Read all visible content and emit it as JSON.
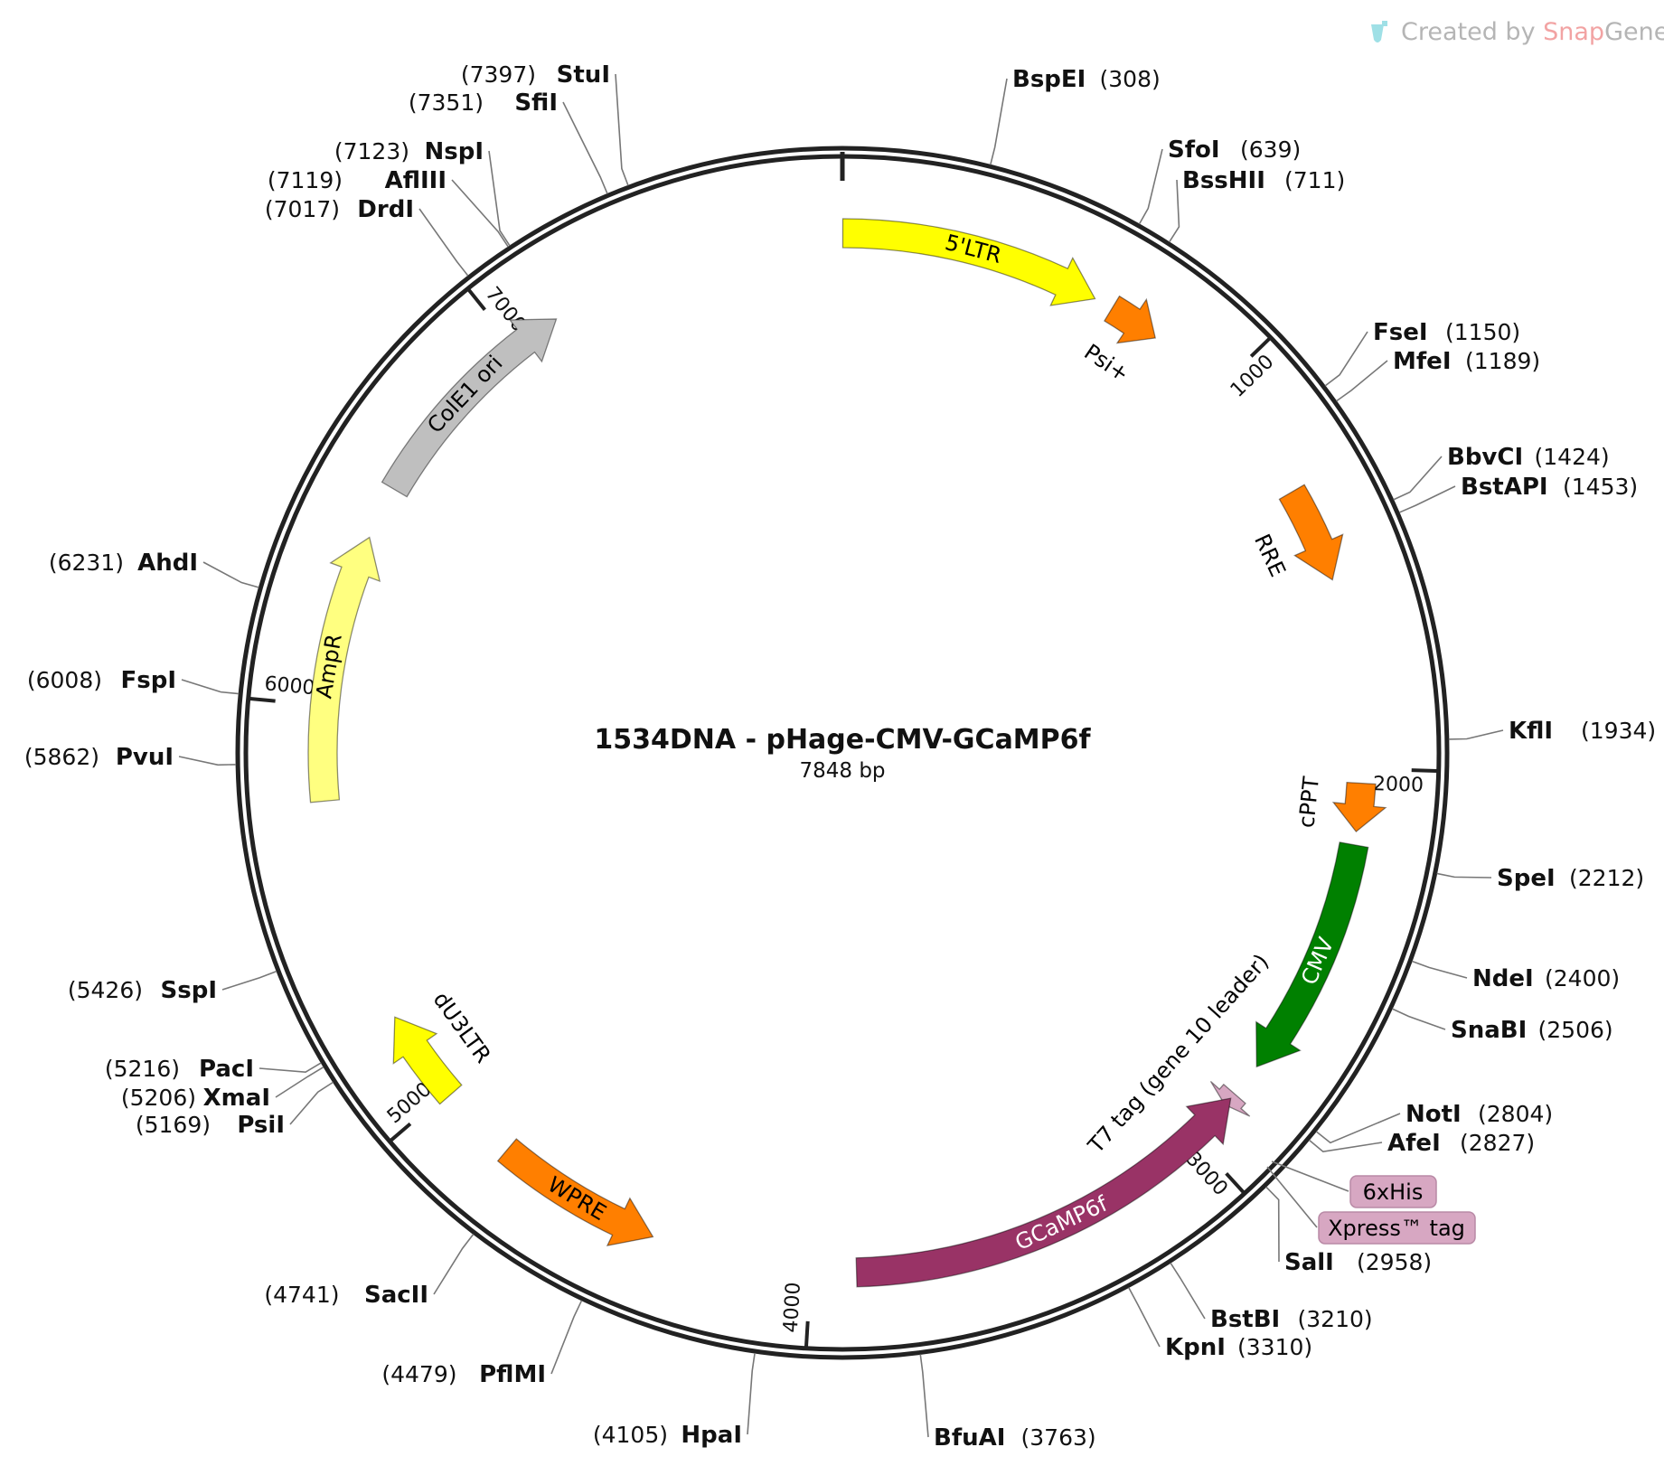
{
  "title": "1534DNA - pHage-CMV-GCaMP6f",
  "length_label": "7848 bp",
  "total_bp": 7848,
  "watermark": {
    "prefix": "Created by ",
    "brand_a": "Snap",
    "brand_b": "Gene"
  },
  "colors": {
    "backbone": "#222222",
    "yellow": "#ffff00",
    "orange": "#ff7f00",
    "green": "#008000",
    "purple": "#993366",
    "pink": "#d7a7c2",
    "gray": "#bfbfbf",
    "lightyellow": "#ffff80"
  },
  "ticks": [
    {
      "bp": 1000,
      "label": "1000"
    },
    {
      "bp": 2000,
      "label": "2000"
    },
    {
      "bp": 3000,
      "label": "3000"
    },
    {
      "bp": 4000,
      "label": "4000"
    },
    {
      "bp": 5000,
      "label": "5000"
    },
    {
      "bp": 6000,
      "label": "6000"
    },
    {
      "bp": 7000,
      "label": "7000"
    }
  ],
  "features": [
    {
      "name": "5'LTR",
      "start": 1,
      "end": 634,
      "strand": 1,
      "color": "yellow",
      "text_color": "#000000"
    },
    {
      "name": "Psi+",
      "start": 681,
      "end": 807,
      "strand": 1,
      "color": "orange",
      "text_color": "#000000"
    },
    {
      "name": "RRE",
      "start": 1305,
      "end": 1538,
      "strand": 1,
      "color": "orange",
      "text_color": "#000000"
    },
    {
      "name": "cPPT",
      "start": 2035,
      "end": 2152,
      "strand": 1,
      "color": "orange",
      "text_color": "#000000"
    },
    {
      "name": "CMV",
      "start": 2184,
      "end": 2772,
      "strand": 1,
      "color": "green",
      "text_color": "#ffffff"
    },
    {
      "name": "T7 tag (gene 10 leader)",
      "start": 2856,
      "end": 2891,
      "strand": 1,
      "color": "pink",
      "text_color": "#000000"
    },
    {
      "name": "GCaMP6f",
      "start": 3890,
      "end": 2870,
      "strand": -1,
      "color": "purple",
      "text_color": "#ffffff"
    },
    {
      "name": "WPRE",
      "start": 4390,
      "end": 4800,
      "strand": -1,
      "color": "orange",
      "text_color": "#000000"
    },
    {
      "name": "dU3LTR",
      "start": 4990,
      "end": 5220,
      "strand": 1,
      "color": "yellow",
      "text_color": "#000000"
    },
    {
      "name": "AmpR",
      "start": 5770,
      "end": 6420,
      "strand": 1,
      "color": "lightyellow",
      "text_color": "#000000"
    },
    {
      "name": "ColE1 ori",
      "start": 6550,
      "end": 7120,
      "strand": 1,
      "color": "gray",
      "text_color": "#000000"
    }
  ],
  "tags": [
    {
      "name": "6xHis"
    },
    {
      "name": "Xpress™ tag"
    }
  ],
  "sites": [
    {
      "name": "BspEI",
      "pos": "(308)",
      "bp": 308
    },
    {
      "name": "SfoI",
      "pos": "(639)",
      "bp": 639
    },
    {
      "name": "BssHII",
      "pos": "(711)",
      "bp": 711
    },
    {
      "name": "FseI",
      "pos": "(1150)",
      "bp": 1150
    },
    {
      "name": "MfeI",
      "pos": "(1189)",
      "bp": 1189
    },
    {
      "name": "BbvCI",
      "pos": "(1424)",
      "bp": 1424
    },
    {
      "name": "BstAPI",
      "pos": "(1453)",
      "bp": 1453
    },
    {
      "name": "KflI",
      "pos": "(1934)",
      "bp": 1934
    },
    {
      "name": "SpeI",
      "pos": "(2212)",
      "bp": 2212
    },
    {
      "name": "NdeI",
      "pos": "(2400)",
      "bp": 2400
    },
    {
      "name": "SnaBI",
      "pos": "(2506)",
      "bp": 2506
    },
    {
      "name": "NotI",
      "pos": "(2804)",
      "bp": 2804
    },
    {
      "name": "AfeI",
      "pos": "(2827)",
      "bp": 2827
    },
    {
      "name": "SalI",
      "pos": "(2958)",
      "bp": 2958
    },
    {
      "name": "BstBI",
      "pos": "(3210)",
      "bp": 3210
    },
    {
      "name": "KpnI",
      "pos": "(3310)",
      "bp": 3310
    },
    {
      "name": "BfuAI",
      "pos": "(3763)",
      "bp": 3763
    },
    {
      "name": "HpaI",
      "pos": "(4105)",
      "bp": 4105
    },
    {
      "name": "PflMI",
      "pos": "(4479)",
      "bp": 4479
    },
    {
      "name": "SacII",
      "pos": "(4741)",
      "bp": 4741
    },
    {
      "name": "PsiI",
      "pos": "(5169)",
      "bp": 5169
    },
    {
      "name": "XmaI",
      "pos": "(5206)",
      "bp": 5206
    },
    {
      "name": "PacI",
      "pos": "(5216)",
      "bp": 5216
    },
    {
      "name": "SspI",
      "pos": "(5426)",
      "bp": 5426
    },
    {
      "name": "PvuI",
      "pos": "(5862)",
      "bp": 5862
    },
    {
      "name": "FspI",
      "pos": "(6008)",
      "bp": 6008
    },
    {
      "name": "AhdI",
      "pos": "(6231)",
      "bp": 6231
    },
    {
      "name": "DrdI",
      "pos": "(7017)",
      "bp": 7017
    },
    {
      "name": "AflIII",
      "pos": "(7119)",
      "bp": 7119
    },
    {
      "name": "NspI",
      "pos": "(7123)",
      "bp": 7123
    },
    {
      "name": "SfiI",
      "pos": "(7351)",
      "bp": 7351
    },
    {
      "name": "StuI",
      "pos": "(7397)",
      "bp": 7397
    }
  ]
}
